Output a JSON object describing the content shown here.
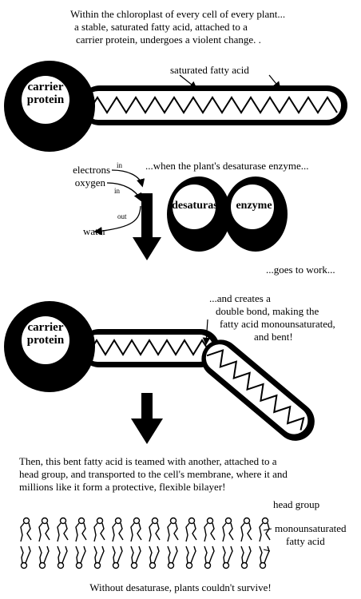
{
  "intro": {
    "line1": "Within the chloroplast of every cell of every plant...",
    "line2": "a stable, saturated fatty acid, attached to a",
    "line3": "carrier protein, undergoes a violent change. ."
  },
  "labels": {
    "saturated_fatty_acid": "saturated fatty acid",
    "carrier_line1": "carrier",
    "carrier_line2": "protein",
    "electrons": "electrons",
    "oxygen": "oxygen",
    "water": "water",
    "in1": "in",
    "in2": "in",
    "out": "out",
    "enzyme_intro": "...when the plant's desaturase enzyme...",
    "desaturase": "desaturase",
    "enzyme": "enzyme",
    "goes_to_work": "...goes to work...",
    "head_group": "head group",
    "mono_line1": "monounsaturated",
    "mono_line2": "fatty acid"
  },
  "creates": {
    "line1": "...and creates a",
    "line2": "double bond, making the",
    "line3": "fatty acid monounsaturated,",
    "line4": "and bent!"
  },
  "bilayer_text": {
    "line1": "Then, this bent fatty acid is teamed with another, attached to a",
    "line2": "head group, and transported to the cell's membrane, where it and",
    "line3": "millions like it form a protective, flexible bilayer!"
  },
  "footer": "Without desaturase, plants couldn't survive!"
}
